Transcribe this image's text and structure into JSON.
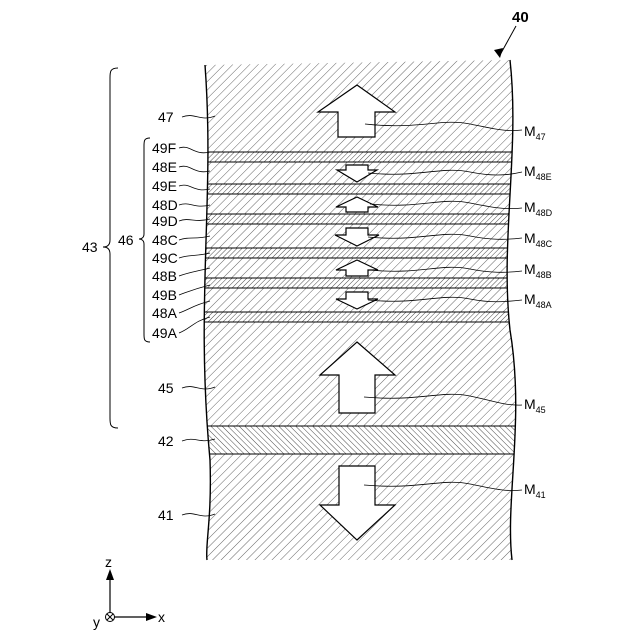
{
  "figure_label": "40",
  "layers": [
    {
      "id": "47"
    },
    {
      "id": "49F"
    },
    {
      "id": "48E"
    },
    {
      "id": "49E"
    },
    {
      "id": "48D"
    },
    {
      "id": "49D"
    },
    {
      "id": "48C"
    },
    {
      "id": "49C"
    },
    {
      "id": "48B"
    },
    {
      "id": "49B"
    },
    {
      "id": "48A"
    },
    {
      "id": "49A"
    },
    {
      "id": "45"
    },
    {
      "id": "42"
    },
    {
      "id": "41"
    }
  ],
  "groups": {
    "outer": "43",
    "inner": "46"
  },
  "magnetization_labels": [
    {
      "base": "M",
      "sub": "47",
      "direction": "up"
    },
    {
      "base": "M",
      "sub": "48E",
      "direction": "down"
    },
    {
      "base": "M",
      "sub": "48D",
      "direction": "up"
    },
    {
      "base": "M",
      "sub": "48C",
      "direction": "down"
    },
    {
      "base": "M",
      "sub": "48B",
      "direction": "up"
    },
    {
      "base": "M",
      "sub": "48A",
      "direction": "down"
    },
    {
      "base": "M",
      "sub": "45",
      "direction": "up"
    },
    {
      "base": "M",
      "sub": "41",
      "direction": "down"
    }
  ],
  "axes": {
    "z": "z",
    "x": "x",
    "y": "y"
  }
}
